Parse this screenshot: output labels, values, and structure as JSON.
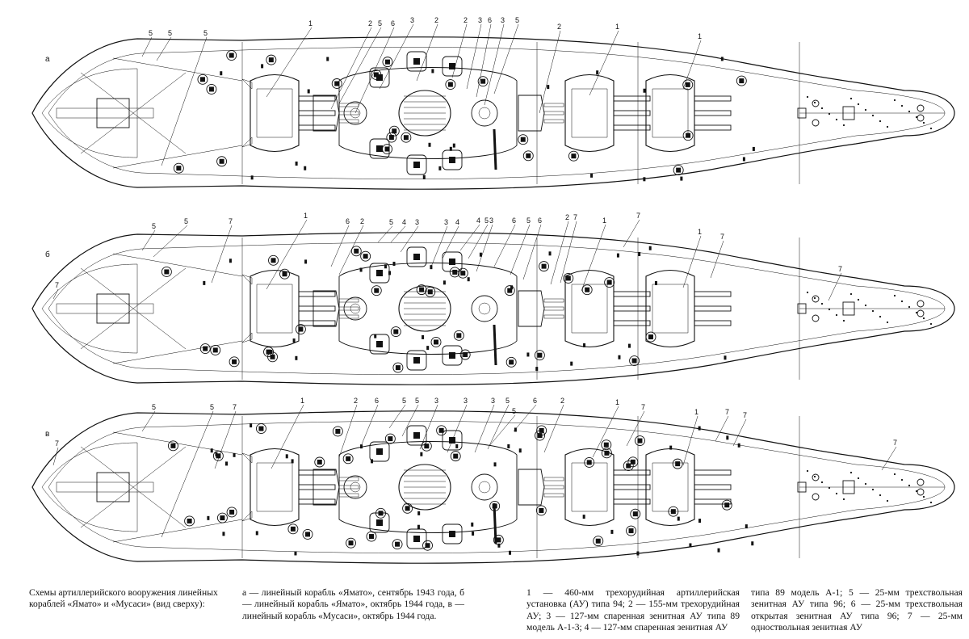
{
  "plans": [
    {
      "letter": "а",
      "callouts": [
        {
          "label": "5"
        },
        {
          "label": "5"
        },
        {
          "label": "5"
        },
        {
          "label": "1"
        },
        {
          "label": "2"
        },
        {
          "label": "5"
        },
        {
          "label": "6"
        },
        {
          "label": "3"
        },
        {
          "label": "2"
        },
        {
          "label": "2"
        },
        {
          "label": "3"
        },
        {
          "label": "6"
        },
        {
          "label": "3"
        },
        {
          "label": "5"
        },
        {
          "label": "2"
        },
        {
          "label": "1"
        },
        {
          "label": "1"
        }
      ]
    },
    {
      "letter": "б",
      "callouts": [
        {
          "label": "5"
        },
        {
          "label": "5"
        },
        {
          "label": "7"
        },
        {
          "label": "1"
        },
        {
          "label": "6"
        },
        {
          "label": "2"
        },
        {
          "label": "5"
        },
        {
          "label": "4"
        },
        {
          "label": "3"
        },
        {
          "label": "3"
        },
        {
          "label": "4"
        },
        {
          "label": "4"
        },
        {
          "label": "5"
        },
        {
          "label": "3"
        },
        {
          "label": "6"
        },
        {
          "label": "5"
        },
        {
          "label": "6"
        },
        {
          "label": "2"
        },
        {
          "label": "7"
        },
        {
          "label": "1"
        },
        {
          "label": "7"
        },
        {
          "label": "1"
        },
        {
          "label": "7"
        },
        {
          "label": "7"
        },
        {
          "label": "7"
        }
      ]
    },
    {
      "letter": "в",
      "callouts": [
        {
          "label": "5"
        },
        {
          "label": "5"
        },
        {
          "label": "7"
        },
        {
          "label": "1"
        },
        {
          "label": "2"
        },
        {
          "label": "6"
        },
        {
          "label": "5"
        },
        {
          "label": "5"
        },
        {
          "label": "3"
        },
        {
          "label": "3"
        },
        {
          "label": "3"
        },
        {
          "label": "5"
        },
        {
          "label": "6"
        },
        {
          "label": "2"
        },
        {
          "label": "1"
        },
        {
          "label": "7"
        },
        {
          "label": "1"
        },
        {
          "label": "7"
        },
        {
          "label": "7"
        },
        {
          "label": "7"
        },
        {
          "label": "7"
        },
        {
          "label": "5"
        }
      ]
    }
  ],
  "caption": {
    "title": "Схемы артиллерийского вооружения линейных кораблей «Ямато» и «Мусаси» (вид сверху):",
    "variants": "а — линейный корабль «Ямато», сентябрь 1943 года, б — линейный корабль «Ямато», октябрь 1944 года, в — линейный корабль «Мусаси», октябрь 1944 года.",
    "legend_part1": "1 — 460-мм трехорудийная артиллерийская установка (АУ) типа 94; 2 — 155-мм трехорудийная АУ; 3 — 127-мм спаренная зенитная АУ типа 89 модель А-1-3; 4 — 127-мм спаренная зенитная АУ",
    "legend_part2": "типа 89 модель А-1; 5 — 25-мм трехствольная зенитная АУ типа 96; 6 — 25-мм трехствольная открытая зенитная АУ типа 96; 7 — 25-мм одноствольная зенитная АУ"
  },
  "colors": {
    "ink": "#111111",
    "paper": "#ffffff"
  }
}
